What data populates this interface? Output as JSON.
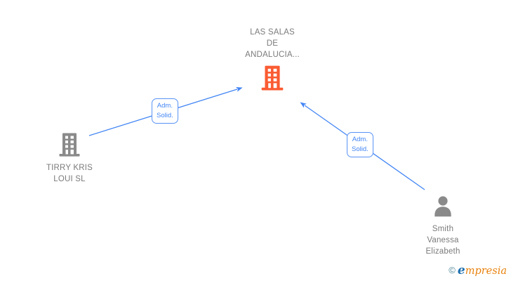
{
  "entities": [
    {
      "id": "las-salas-de-andalucia",
      "type": "company",
      "icon": "building-icon",
      "icon_color": "#fa5b32",
      "label": "LAS SALAS\nDE\nANDALUCIA..."
    },
    {
      "id": "tirry-kris-loui-sl",
      "type": "company",
      "icon": "building-icon",
      "icon_color": "#8a8a8a",
      "label": "TIRRY KRIS\nLOUI SL"
    },
    {
      "id": "smith-vanessa-elizabeth",
      "type": "person",
      "icon": "person-icon",
      "icon_color": "#8a8a8a",
      "label": "Smith\nVanessa\nElizabeth"
    }
  ],
  "edges": [
    {
      "source": "tirry-kris-loui-sl",
      "target": "las-salas-de-andalucia",
      "label": "Adm.\nSolid."
    },
    {
      "source": "smith-vanessa-elizabeth",
      "target": "las-salas-de-andalucia",
      "label": "Adm.\nSolid."
    }
  ],
  "colors": {
    "edge_blue": "#4285f4",
    "company_accent_orange": "#fa5b32",
    "neutral_icon_gray": "#8a8a8a",
    "label_text_gray": "#7b7b7b"
  },
  "watermark": {
    "copyright": "©",
    "brand_initial": "e",
    "brand_rest": "mpresia",
    "copyright_color": "#4c8696",
    "initial_color": "#1d6fae",
    "brand_color": "#e8820c"
  }
}
